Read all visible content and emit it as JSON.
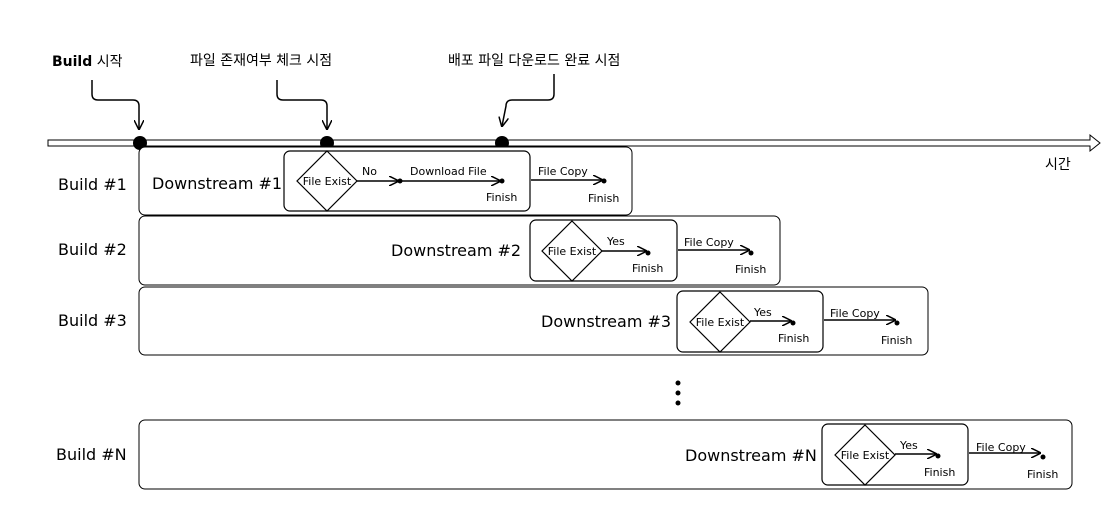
{
  "markers": {
    "build_start": {
      "bold": "Build",
      "rest": " 시작"
    },
    "file_check": "파일 존재여부 체크 시점",
    "download_done": "배포 파일 다운로드 완료 시점"
  },
  "axis_label": "시간",
  "builds": [
    {
      "row_label": "Build #1",
      "downstream": "Downstream #1",
      "steps": {
        "decision": "File Exist",
        "branch": "No",
        "download": "Download File",
        "finish1": "Finish",
        "copy": "File Copy",
        "finish2": "Finish"
      }
    },
    {
      "row_label": "Build #2",
      "downstream": "Downstream #2",
      "steps": {
        "decision": "File Exist",
        "branch": "Yes",
        "finish1": "Finish",
        "copy": "File Copy",
        "finish2": "Finish"
      }
    },
    {
      "row_label": "Build #3",
      "downstream": "Downstream #3",
      "steps": {
        "decision": "File Exist",
        "branch": "Yes",
        "finish1": "Finish",
        "copy": "File Copy",
        "finish2": "Finish"
      }
    },
    {
      "row_label": "Build #N",
      "downstream": "Downstream #N",
      "steps": {
        "decision": "File Exist",
        "branch": "Yes",
        "finish1": "Finish",
        "copy": "File Copy",
        "finish2": "Finish"
      }
    }
  ]
}
